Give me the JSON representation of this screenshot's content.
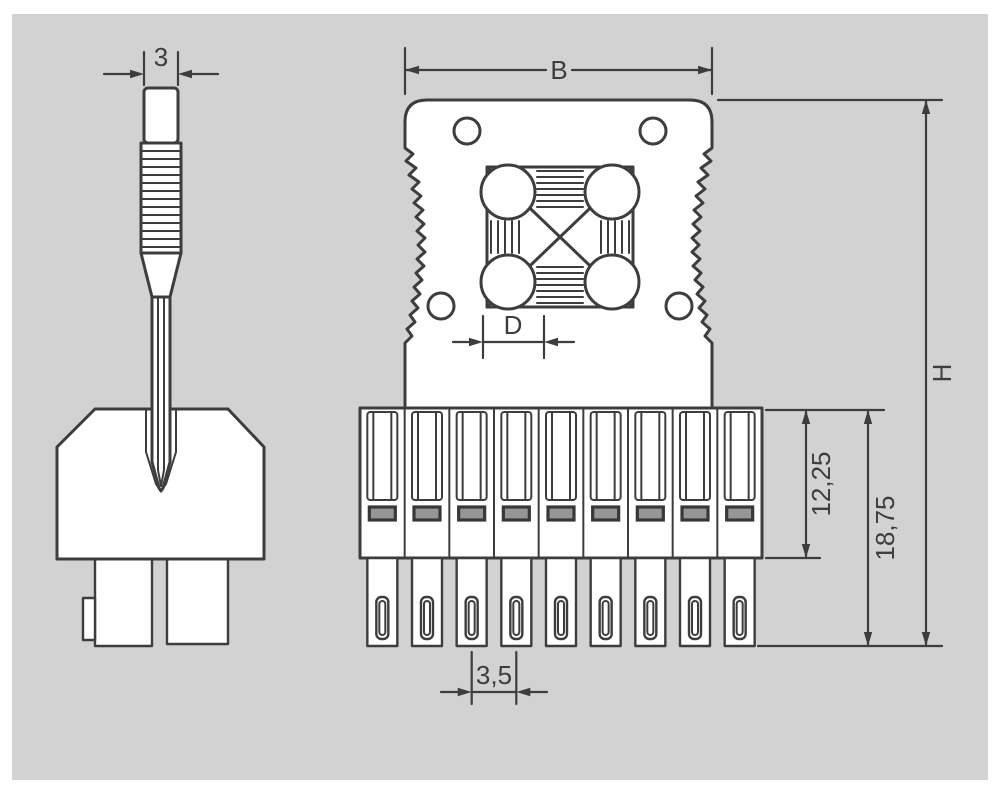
{
  "drawing": {
    "labels": {
      "tool_width": "3",
      "flange_width": "B",
      "contact_spacing": "D",
      "total_height": "H",
      "front_height": "12,25",
      "housing_height": "18,75",
      "pin_pitch": "3,5"
    },
    "colors": {
      "background": "#d2d2d2",
      "line": "#3d3d3d",
      "fill": "#ffffff"
    }
  }
}
